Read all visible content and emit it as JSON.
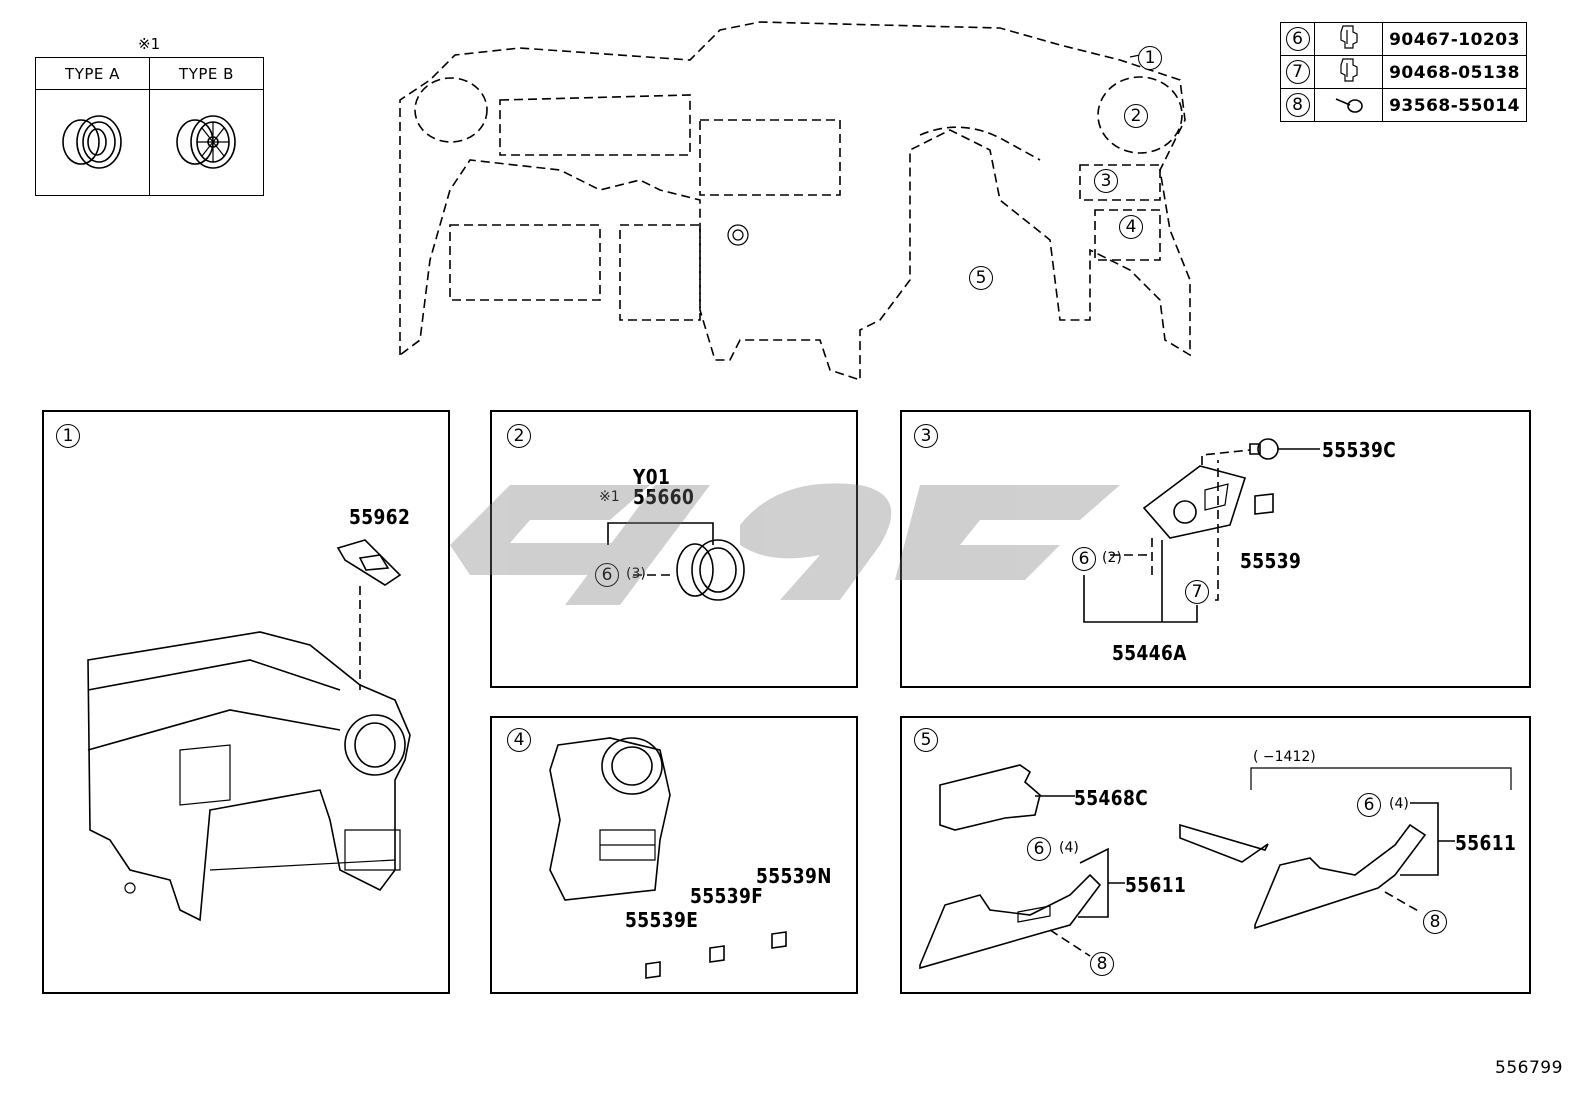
{
  "note_mark": "※1",
  "type_table": {
    "type_a": "TYPE A",
    "type_b": "TYPE B"
  },
  "legend": [
    {
      "ref": "6",
      "part": "90467-10203",
      "icon": "clip-icon"
    },
    {
      "ref": "7",
      "part": "90468-05138",
      "icon": "clip-icon"
    },
    {
      "ref": "8",
      "part": "93568-55014",
      "icon": "screw-icon"
    }
  ],
  "overview": {
    "callouts": [
      "1",
      "2",
      "3",
      "4",
      "5"
    ]
  },
  "panel1": {
    "index": "1",
    "part_55962": "55962"
  },
  "panel2": {
    "index": "2",
    "code": "Y01",
    "note_mark": "※1",
    "part": "55660",
    "clip_ref": "6",
    "qty": "(3)"
  },
  "panel3": {
    "index": "3",
    "part_55539C": "55539C",
    "part_55539": "55539",
    "clip6_ref": "6",
    "clip6_qty": "(2)",
    "clip7_ref": "7",
    "part_55446A": "55446A"
  },
  "panel4": {
    "index": "4",
    "part_e": "55539E",
    "part_f": "55539F",
    "part_n": "55539N"
  },
  "panel5": {
    "index": "5",
    "part_55468C": "55468C",
    "left": {
      "clip_ref": "6",
      "qty": "(4)",
      "part": "55611",
      "screw_ref": "8"
    },
    "right": {
      "range": "(      −1412)",
      "clip_ref": "6",
      "qty": "(4)",
      "part": "55611",
      "screw_ref": "8"
    }
  },
  "figure_number": "556799"
}
